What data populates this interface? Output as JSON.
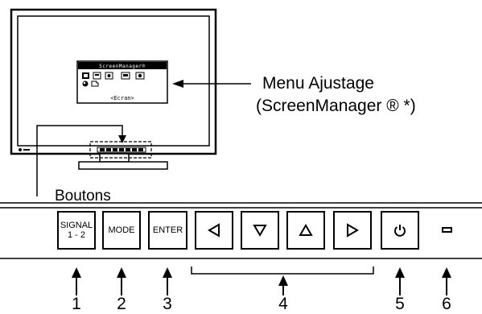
{
  "labels": {
    "menu_title": "Menu Ajustage",
    "menu_sub": "(ScreenManager ® *)",
    "boutons": "Boutons",
    "screen_menu_title": "ScreenManager®",
    "screen_menu_tab": "<Ecran>"
  },
  "buttons": {
    "signal_line1": "SIGNAL",
    "signal_line2": "1 - 2",
    "mode": "MODE",
    "enter": "ENTER"
  },
  "numbers": {
    "n1": "1",
    "n2": "2",
    "n3": "3",
    "n4": "4",
    "n5": "5",
    "n6": "6"
  },
  "icons": {
    "left": "triangle-left-icon",
    "down": "triangle-down-icon",
    "up": "triangle-up-icon",
    "right": "triangle-right-icon",
    "power": "power-icon",
    "led": "led-indicator-icon"
  }
}
